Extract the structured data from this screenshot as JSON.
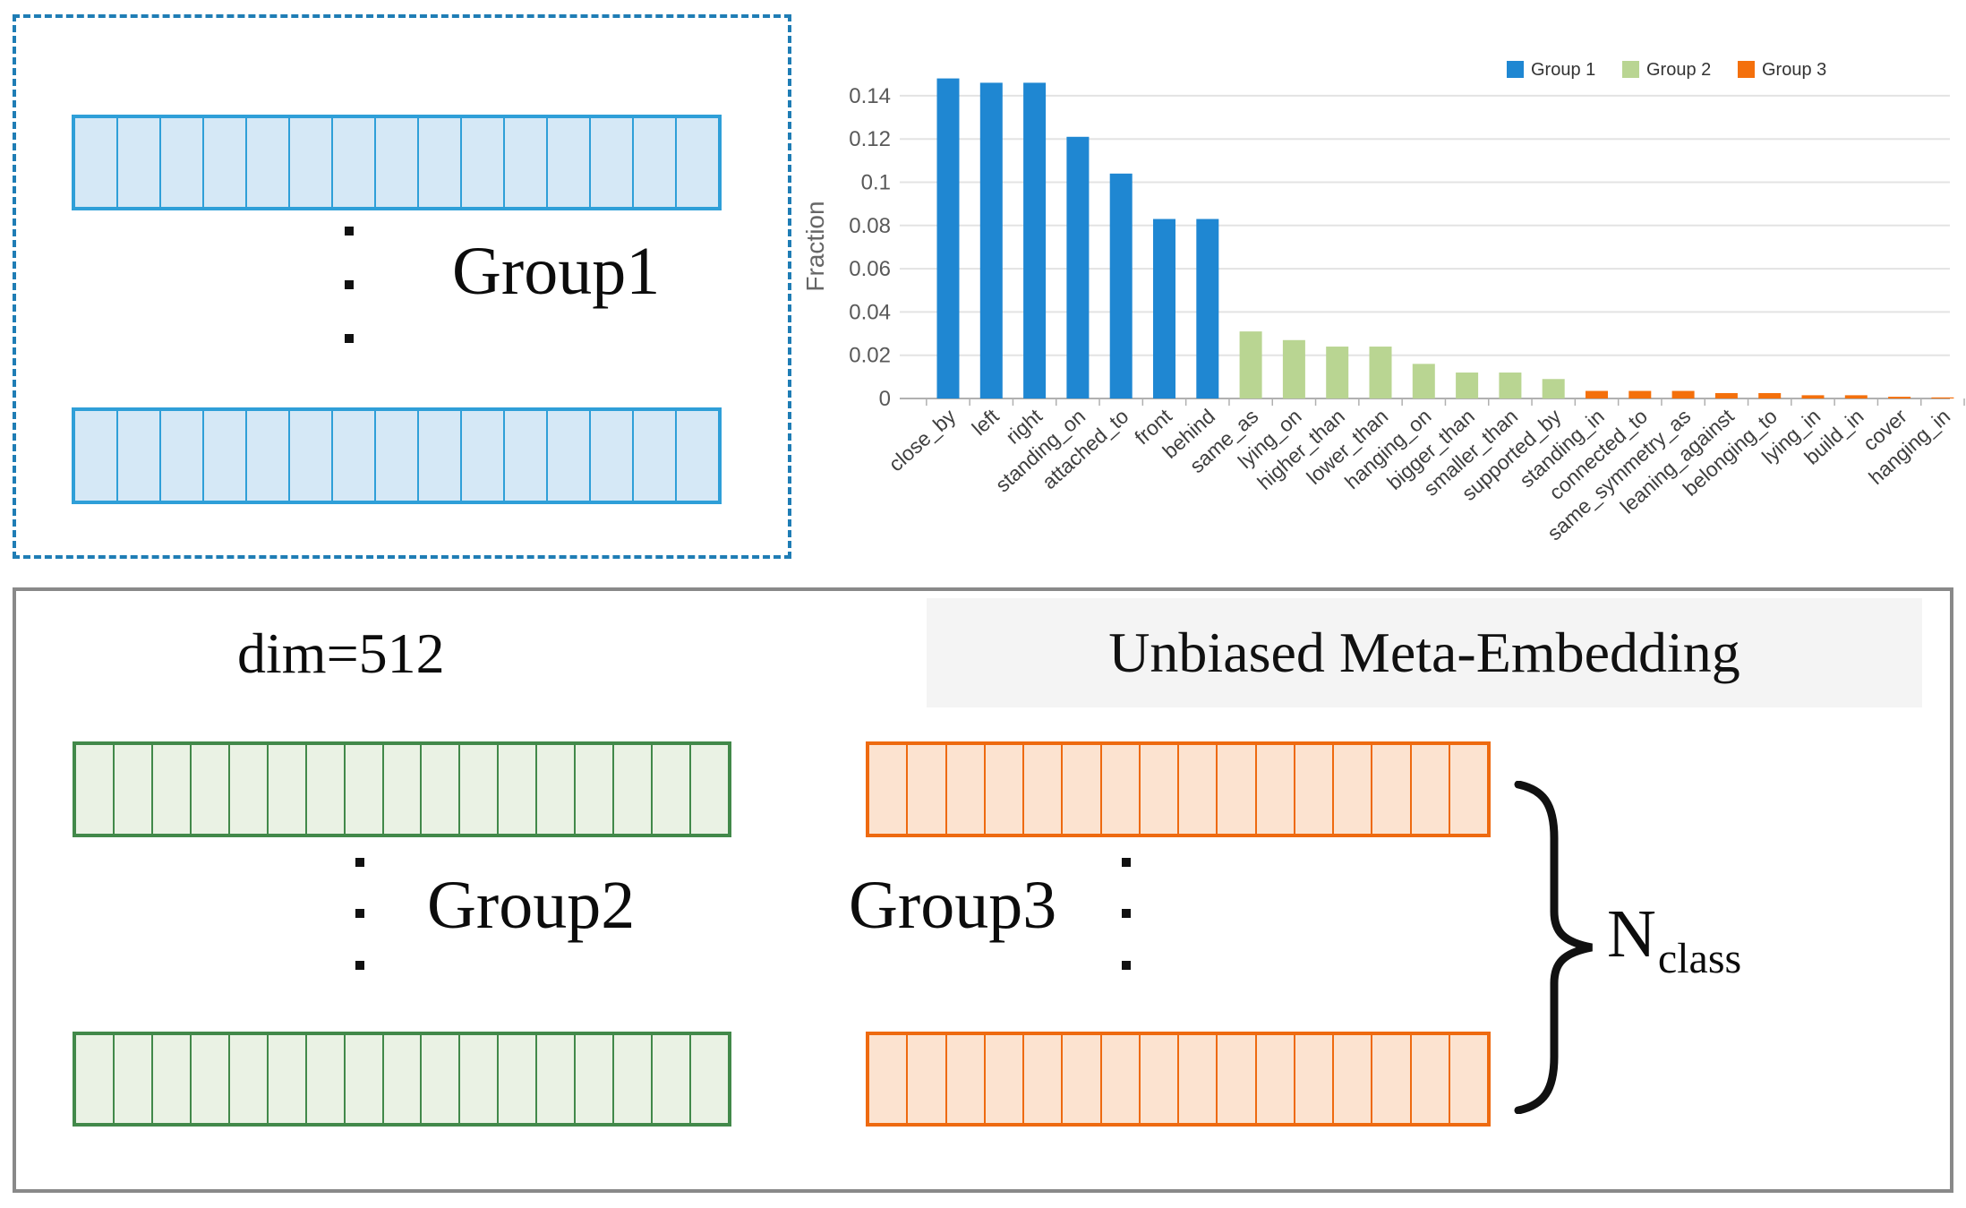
{
  "figure": {
    "group1_panel": {
      "label": "Group1",
      "vector_cells": 15,
      "vector_rows": 2
    },
    "meta_panel": {
      "dim_label": "dim=512",
      "title": "Unbiased Meta-Embedding",
      "group2": {
        "label": "Group2",
        "vector_cells": 17,
        "vector_rows": 2
      },
      "group3": {
        "label": "Group3",
        "vector_cells": 16,
        "vector_rows": 2
      },
      "nclass": {
        "base": "N",
        "subscript": "class"
      }
    }
  },
  "chart_data": {
    "type": "bar",
    "title": "",
    "xlabel": "",
    "ylabel": "Fraction",
    "ylim": [
      0,
      0.155
    ],
    "grid": true,
    "legend_position": "top-right",
    "legend": [
      {
        "name": "Group 1",
        "color": "#1f87d2"
      },
      {
        "name": "Group 2",
        "color": "#b9d592"
      },
      {
        "name": "Group 3",
        "color": "#f4700c"
      }
    ],
    "yticks": [
      {
        "v": 0,
        "label": "0"
      },
      {
        "v": 0.02,
        "label": "0.02"
      },
      {
        "v": 0.04,
        "label": "0.04"
      },
      {
        "v": 0.06,
        "label": "0.06"
      },
      {
        "v": 0.08,
        "label": "0.08"
      },
      {
        "v": 0.1,
        "label": "0.1"
      },
      {
        "v": 0.12,
        "label": "0.12"
      },
      {
        "v": 0.14,
        "label": "0.14"
      }
    ],
    "bars": [
      {
        "category": "close_by",
        "group": 0,
        "value": 0.148
      },
      {
        "category": "left",
        "group": 0,
        "value": 0.146
      },
      {
        "category": "right",
        "group": 0,
        "value": 0.146
      },
      {
        "category": "standing_on",
        "group": 0,
        "value": 0.121
      },
      {
        "category": "attached_to",
        "group": 0,
        "value": 0.104
      },
      {
        "category": "front",
        "group": 0,
        "value": 0.083
      },
      {
        "category": "behind",
        "group": 0,
        "value": 0.083
      },
      {
        "category": "same_as",
        "group": 1,
        "value": 0.031
      },
      {
        "category": "lying_on",
        "group": 1,
        "value": 0.027
      },
      {
        "category": "higher_than",
        "group": 1,
        "value": 0.024
      },
      {
        "category": "lower_than",
        "group": 1,
        "value": 0.024
      },
      {
        "category": "hanging_on",
        "group": 1,
        "value": 0.016
      },
      {
        "category": "bigger_than",
        "group": 1,
        "value": 0.012
      },
      {
        "category": "smaller_than",
        "group": 1,
        "value": 0.012
      },
      {
        "category": "supported_by",
        "group": 1,
        "value": 0.009
      },
      {
        "category": "standing_in",
        "group": 2,
        "value": 0.0035
      },
      {
        "category": "connected_to",
        "group": 2,
        "value": 0.0035
      },
      {
        "category": "same_symmetry_as",
        "group": 2,
        "value": 0.0035
      },
      {
        "category": "leaning_against",
        "group": 2,
        "value": 0.0025
      },
      {
        "category": "belonging_to",
        "group": 2,
        "value": 0.0025
      },
      {
        "category": "lying_in",
        "group": 2,
        "value": 0.0015
      },
      {
        "category": "build_in",
        "group": 2,
        "value": 0.0015
      },
      {
        "category": "cover",
        "group": 2,
        "value": 0.0008
      },
      {
        "category": "hanging_in",
        "group": 2,
        "value": 0.0004
      }
    ]
  },
  "colors": {
    "dashed_border": "#1f7db5",
    "g1_fill": "#d5e8f6",
    "g1_border": "#2f9fd8",
    "g2_fill": "#eaf2e4",
    "g2_border": "#42894a",
    "g3_fill": "#fce3d0",
    "g3_border": "#ee6a10"
  }
}
